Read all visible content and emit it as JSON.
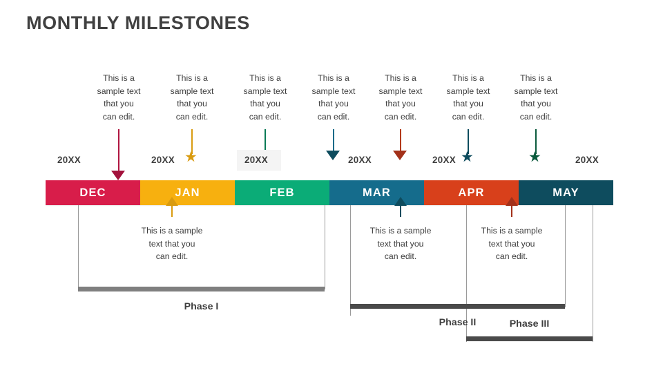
{
  "title": "MONTHLY MILESTONES",
  "colors": {
    "dec": "#d81d4a",
    "jan": "#f7b00f",
    "feb": "#0bac77",
    "mar": "#156c8c",
    "apr": "#d8401b",
    "may": "#0e4c5e",
    "connector_crimson": "#b01540",
    "connector_amber": "#d99b10",
    "connector_green": "#0a7a56",
    "connector_blue": "#1a6b89",
    "connector_rust": "#b33a14",
    "connector_darkteal": "#0e4c5e",
    "connector_darkgreen": "#0a5a3c",
    "title_gray": "#404040",
    "phase1_gray": "#7f7f7f",
    "phase23_gray": "#4a4a4a",
    "guide_gray": "#9a9a9a",
    "year_highlight": "#f4f4f4"
  },
  "callout_text": "This is a\nsample text\nthat you\ncan edit.",
  "callout_text_bottom": "This is a sample\ntext that you\ncan edit.",
  "top_callouts": [
    {
      "text": "This is a\nsample text\nthat you\ncan edit.",
      "marker": "arrow-down",
      "color": "#b01540"
    },
    {
      "text": "This is a\nsample text\nthat you\ncan edit.",
      "marker": "star",
      "color": "#d99b10"
    },
    {
      "text": "This is a\nsample text\nthat you\ncan edit.",
      "marker": "none",
      "color": "#0a7a56"
    },
    {
      "text": "This is a\nsample text\nthat you\ncan edit.",
      "marker": "arrow-down",
      "color": "#1a6b89"
    },
    {
      "text": "This is a\nsample text\nthat you\ncan edit.",
      "marker": "arrow-down",
      "color": "#b33a14"
    },
    {
      "text": "This is a\nsample text\nthat you\ncan edit.",
      "marker": "star",
      "color": "#0e4c5e"
    },
    {
      "text": "This is a\nsample text\nthat you\ncan edit.",
      "marker": "star",
      "color": "#0a5a3c"
    }
  ],
  "bottom_callouts": [
    {
      "text": "This is a sample\ntext that you\ncan edit.",
      "marker": "arrow-up",
      "color": "#d99b10"
    },
    {
      "text": "This is a sample\ntext that you\ncan edit.",
      "marker": "arrow-up",
      "color": "#0e4c5e"
    },
    {
      "text": "This is a sample\ntext that you\ncan edit.",
      "marker": "arrow-up",
      "color": "#a3311a"
    }
  ],
  "years": [
    {
      "label": "20XX",
      "highlighted": false
    },
    {
      "label": "20XX",
      "highlighted": false
    },
    {
      "label": "20XX",
      "highlighted": true
    },
    {
      "label": "20XX",
      "highlighted": false
    },
    {
      "label": "20XX",
      "highlighted": false
    },
    {
      "label": "20XX",
      "highlighted": false
    }
  ],
  "months": [
    {
      "label": "DEC",
      "color": "#d81d4a"
    },
    {
      "label": "JAN",
      "color": "#f7b00f"
    },
    {
      "label": "FEB",
      "color": "#0bac77"
    },
    {
      "label": "MAR",
      "color": "#156c8c"
    },
    {
      "label": "APR",
      "color": "#d8401b"
    },
    {
      "label": "MAY",
      "color": "#0e4c5e"
    }
  ],
  "phases": [
    {
      "label": "Phase I",
      "color": "#7f7f7f"
    },
    {
      "label": "Phase II",
      "color": "#4a4a4a"
    },
    {
      "label": "Phase III",
      "color": "#4a4a4a"
    }
  ]
}
